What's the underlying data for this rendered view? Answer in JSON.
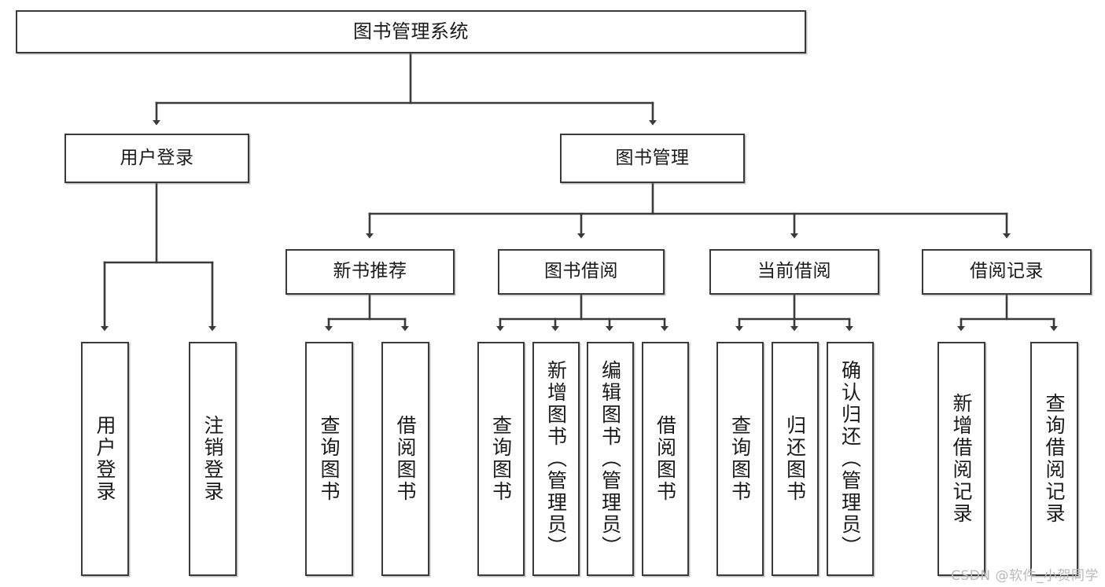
{
  "diagram": {
    "title": "图书管理系统",
    "type": "tree",
    "colors": {
      "stroke": "#3a3a3a",
      "fill": "#ffffff",
      "text": "#1a1a1a",
      "watermark": "#b9b9b9"
    },
    "root": {
      "label": "图书管理系统"
    },
    "level2": [
      {
        "label": "用户登录"
      },
      {
        "label": "图书管理"
      }
    ],
    "level3": [
      {
        "label": "新书推荐"
      },
      {
        "label": "图书借阅"
      },
      {
        "label": "当前借阅"
      },
      {
        "label": "借阅记录"
      }
    ],
    "leaves": {
      "user_login": [
        {
          "label": "用户登录"
        },
        {
          "label": "注销登录"
        }
      ],
      "new_book": [
        {
          "label": "查询图书"
        },
        {
          "label": "借阅图书"
        }
      ],
      "borrow": [
        {
          "label": "查询图书"
        },
        {
          "label": "新增图书（管理员）"
        },
        {
          "label": "编辑图书（管理员）"
        },
        {
          "label": "借阅图书"
        }
      ],
      "current": [
        {
          "label": "查询图书"
        },
        {
          "label": "归还图书"
        },
        {
          "label": "确认归还（管理员）"
        }
      ],
      "records": [
        {
          "label": "新增借阅记录"
        },
        {
          "label": "查询借阅记录"
        }
      ]
    }
  },
  "watermark": {
    "text": "CSDN @软件_小贺同学"
  }
}
